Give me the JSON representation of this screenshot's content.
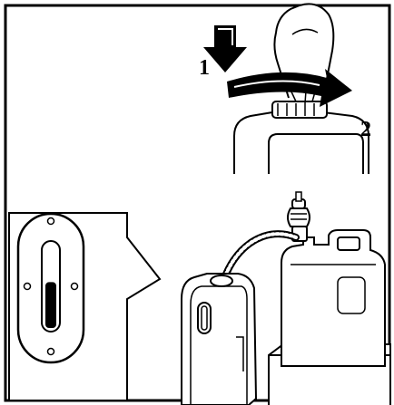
{
  "figure": {
    "step_labels": [
      {
        "id": "step-1",
        "text": "1"
      },
      {
        "id": "step-2",
        "text": "2"
      }
    ],
    "colors": {
      "ink": "#000000",
      "paper": "#ffffff"
    },
    "inset": {
      "fluid_level_fraction": 0.55
    }
  }
}
